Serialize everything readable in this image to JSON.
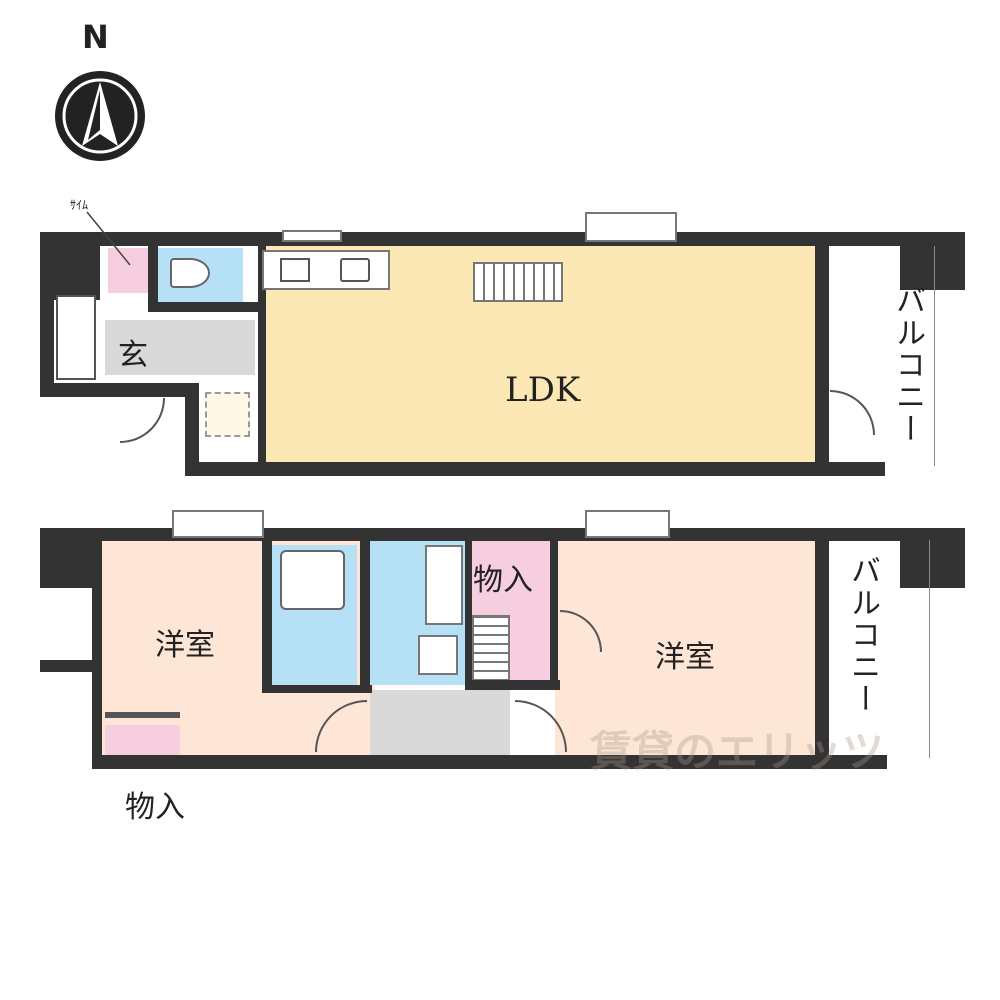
{
  "compass": {
    "label": "N",
    "icon": "north-arrow-icon"
  },
  "upper_floor": {
    "shoebox_label": "ｻｲﾑ",
    "entrance_label": "玄",
    "ldk_label": "LDK",
    "balcony_label": "バルコニー"
  },
  "lower_floor": {
    "western_room_left_label": "洋室",
    "western_room_right_label": "洋室",
    "closet_upper_label": "物入",
    "closet_lower_label": "物入",
    "balcony_label": "バルコニー"
  },
  "watermark": {
    "logo": "eliz",
    "text": "賃貸のエリッツ"
  },
  "colors": {
    "wall": "#333333",
    "ldk": "#fbe8b4",
    "western_room": "#fde6d6",
    "wet_area": "#b6e0f5",
    "closet": "#f7cde0",
    "entry_floor": "#d9d9d9"
  }
}
